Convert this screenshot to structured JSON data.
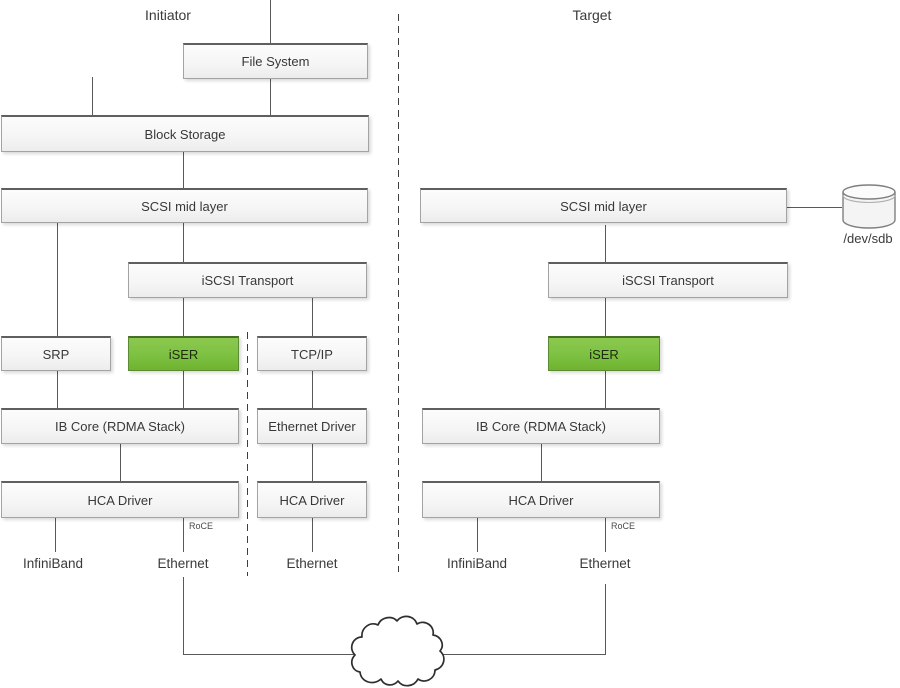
{
  "diagram": {
    "headers": {
      "initiator": "Initiator",
      "target": "Target"
    },
    "initiator": {
      "file_system": "File System",
      "block_storage": "Block Storage",
      "scsi_mid_layer": "SCSI mid layer",
      "iscsi_transport": "iSCSI Transport",
      "srp": "SRP",
      "iser": "iSER",
      "tcp_ip": "TCP/IP",
      "ib_core": "IB Core (RDMA Stack)",
      "ethernet_driver": "Ethernet Driver",
      "hca_driver_rdma": "HCA Driver",
      "hca_driver_eth": "HCA Driver",
      "roce": "RoCE",
      "infiniband": "InfiniBand",
      "ethernet_rdma": "Ethernet",
      "ethernet_tcp": "Ethernet"
    },
    "target": {
      "scsi_mid_layer": "SCSI mid layer",
      "iscsi_transport": "iSCSI Transport",
      "iser": "iSER",
      "ib_core": "IB Core (RDMA Stack)",
      "hca_driver": "HCA Driver",
      "roce": "RoCE",
      "infiniband": "InfiniBand",
      "ethernet": "Ethernet",
      "disk_device": "/dev/sdb"
    },
    "colors": {
      "iser_green": "#7CC142",
      "box_fill": "#F5F5F5",
      "box_border": "#A3A3A3",
      "line": "#595959"
    }
  }
}
